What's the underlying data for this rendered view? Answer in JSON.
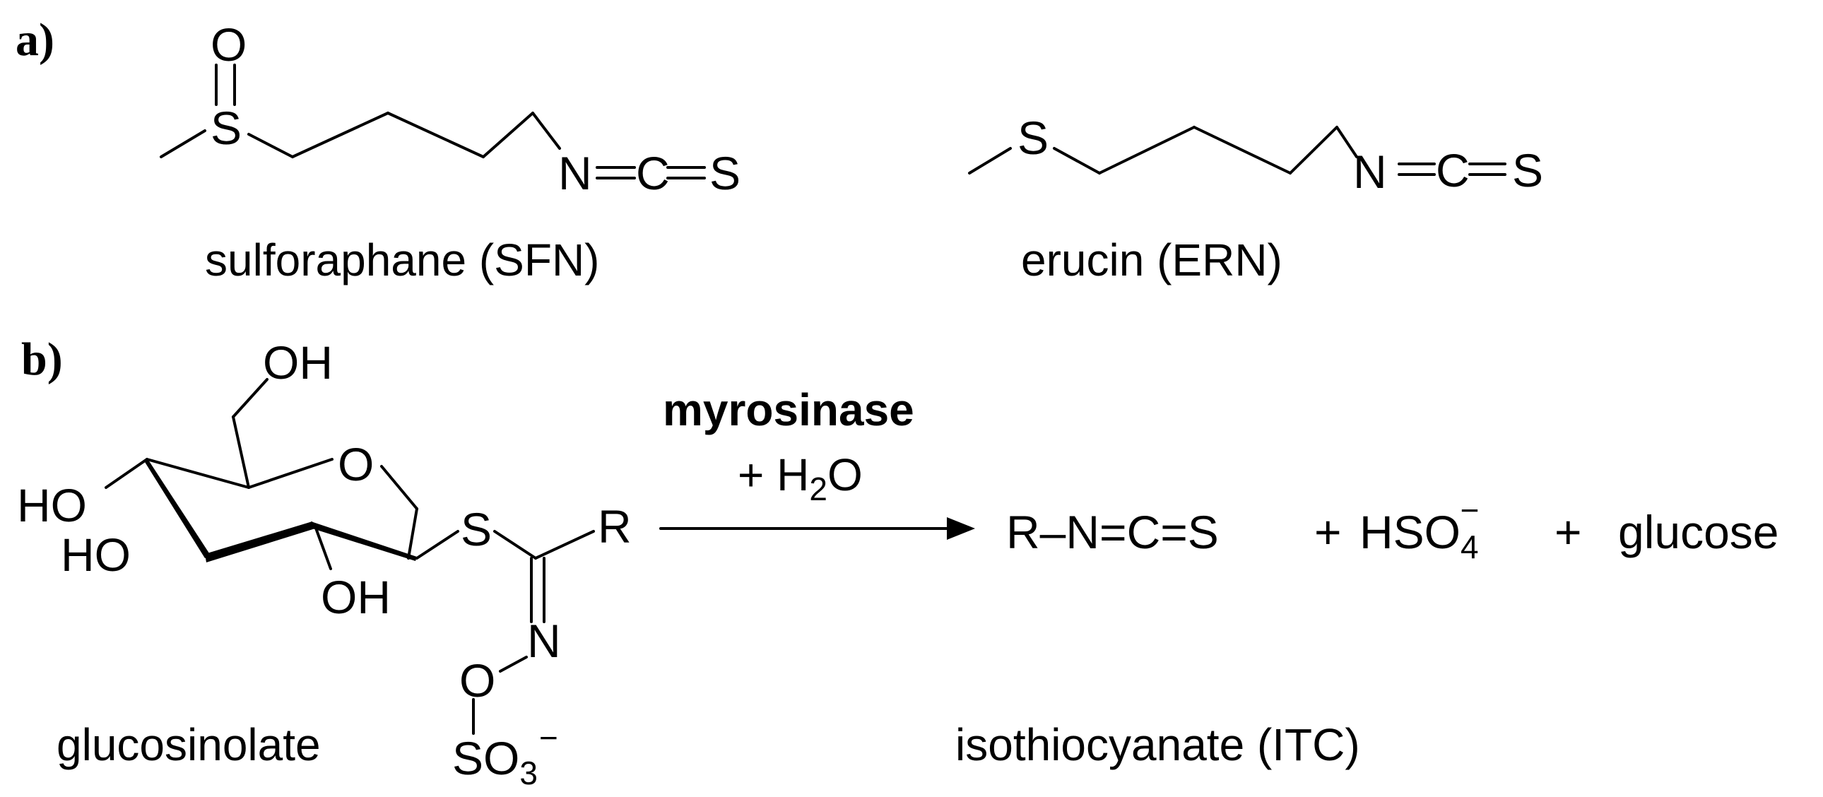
{
  "panels": {
    "a": {
      "label": "a)"
    },
    "b": {
      "label": "b)"
    }
  },
  "sulforaphane": {
    "atom_O": "O",
    "atom_S": "S",
    "atom_N": "N",
    "atom_C": "C",
    "atom_S2": "S",
    "name": "sulforaphane (SFN)"
  },
  "erucin": {
    "atom_S": "S",
    "atom_N": "N",
    "atom_C": "C",
    "atom_S2": "S",
    "name": "erucin (ERN)"
  },
  "glucosinolate": {
    "oh_top": "OH",
    "ring_O": "O",
    "ho_left": "HO",
    "ho_lower": "HO",
    "oh_bottom": "OH",
    "atom_S": "S",
    "atom_R": "R",
    "atom_N": "N",
    "atom_O": "O",
    "so3_base": "SO",
    "so3_sub": "3",
    "so3_charge": "−",
    "name": "glucosinolate"
  },
  "reaction": {
    "enzyme": "myrosinase",
    "water_prefix": "+ H",
    "water_sub": "2",
    "water_suffix": "O",
    "product_itc": "R–N=C=S",
    "plus1": "+",
    "hso4_base": "HSO",
    "hso4_sub": "4",
    "hso4_charge": "−",
    "plus2": "+",
    "glucose": "glucose",
    "itc_name": "isothiocyanate (ITC)"
  }
}
